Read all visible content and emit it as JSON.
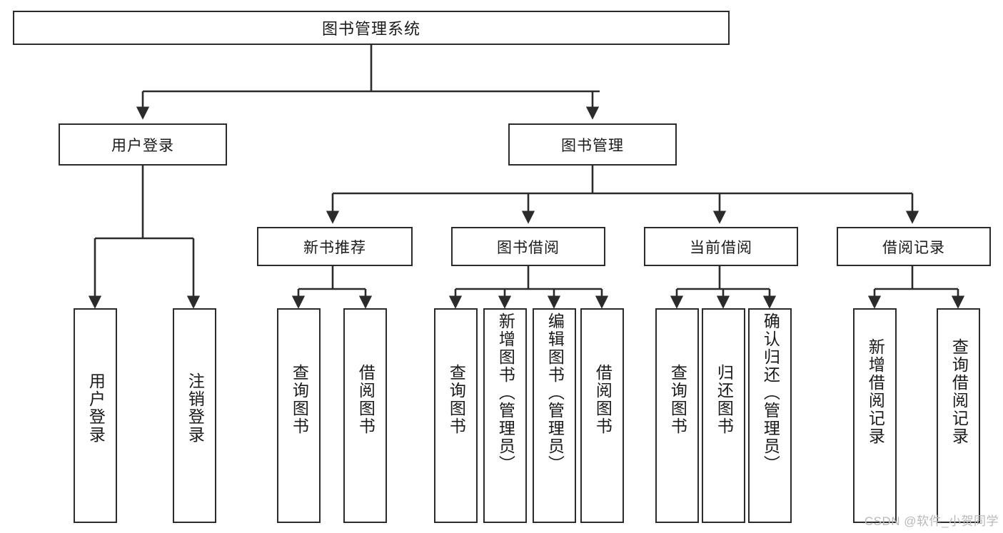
{
  "diagram": {
    "title": "图书管理系统",
    "watermark": "CSDN @软件_小贺同学",
    "type": "tree",
    "colors": {
      "background": "#ffffff",
      "node_border": "#2b2b2b",
      "node_fill": "#ffffff",
      "text": "#1a1a1a",
      "edge": "#2b2b2b",
      "watermark": "#b9b9b9"
    },
    "root": {
      "label": "图书管理系统"
    },
    "level1": [
      {
        "label": "用户登录"
      },
      {
        "label": "图书管理"
      }
    ],
    "level2": [
      {
        "label": "新书推荐"
      },
      {
        "label": "图书借阅"
      },
      {
        "label": "当前借阅"
      },
      {
        "label": "借阅记录"
      }
    ],
    "leaves": {
      "user_login": [
        {
          "label": "用户登录"
        },
        {
          "label": "注销登录"
        }
      ],
      "new_book_recommend": [
        {
          "label": "查询图书"
        },
        {
          "label": "借阅图书"
        }
      ],
      "book_borrow": [
        {
          "label": "查询图书"
        },
        {
          "label": "新增图书（管理员）"
        },
        {
          "label": "编辑图书（管理员）"
        },
        {
          "label": "借阅图书"
        }
      ],
      "current_borrow": [
        {
          "label": "查询图书"
        },
        {
          "label": "归还图书"
        },
        {
          "label": "确认归还（管理员）"
        }
      ],
      "borrow_record": [
        {
          "label": "新增借阅记录"
        },
        {
          "label": "查询借阅记录"
        }
      ]
    }
  }
}
